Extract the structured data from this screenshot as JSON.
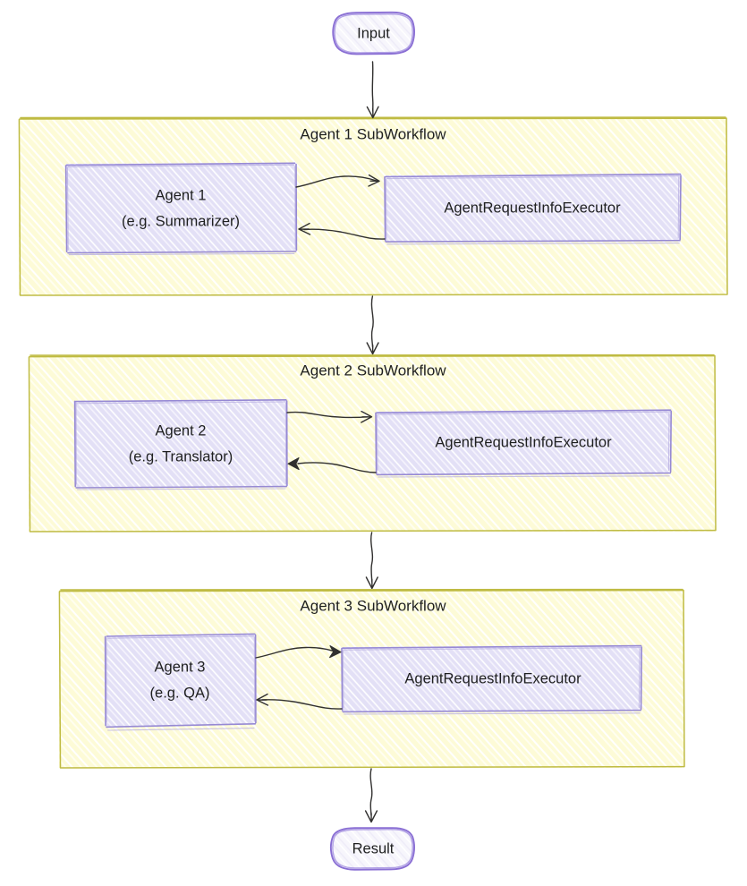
{
  "diagram": {
    "type": "flowchart",
    "direction": "top-to-bottom",
    "style": "hand-drawn-sketch",
    "terminals": {
      "start": {
        "label": "Input",
        "shape": "stadium"
      },
      "end": {
        "label": "Result",
        "shape": "stadium"
      }
    },
    "subgraphs": [
      {
        "id": "agent1-subworkflow",
        "title": "Agent 1 SubWorkflow",
        "nodes": [
          {
            "id": "agent-1",
            "label_line1": "Agent 1",
            "label_line2": "(e.g. Summarizer)"
          },
          {
            "id": "agent-1-executor",
            "label_line1": "AgentRequestInfoExecutor",
            "label_line2": ""
          }
        ]
      },
      {
        "id": "agent2-subworkflow",
        "title": "Agent 2 SubWorkflow",
        "nodes": [
          {
            "id": "agent-2",
            "label_line1": "Agent 2",
            "label_line2": "(e.g. Translator)"
          },
          {
            "id": "agent-2-executor",
            "label_line1": "AgentRequestInfoExecutor",
            "label_line2": ""
          }
        ]
      },
      {
        "id": "agent3-subworkflow",
        "title": "Agent 3 SubWorkflow",
        "nodes": [
          {
            "id": "agent-3",
            "label_line1": "Agent 3",
            "label_line2": "(e.g. QA)"
          },
          {
            "id": "agent-3-executor",
            "label_line1": "AgentRequestInfoExecutor",
            "label_line2": ""
          }
        ]
      }
    ],
    "edges": [
      {
        "from": "start",
        "to": "agent1-subworkflow",
        "label": ""
      },
      {
        "from": "agent-1",
        "to": "agent-1-executor",
        "label": ""
      },
      {
        "from": "agent-1-executor",
        "to": "agent-1",
        "label": ""
      },
      {
        "from": "agent1-subworkflow",
        "to": "agent2-subworkflow",
        "label": ""
      },
      {
        "from": "agent-2",
        "to": "agent-2-executor",
        "label": ""
      },
      {
        "from": "agent-2-executor",
        "to": "agent-2",
        "label": ""
      },
      {
        "from": "agent2-subworkflow",
        "to": "agent3-subworkflow",
        "label": ""
      },
      {
        "from": "agent-3",
        "to": "agent-3-executor",
        "label": ""
      },
      {
        "from": "agent-3-executor",
        "to": "agent-3",
        "label": ""
      },
      {
        "from": "agent3-subworkflow",
        "to": "end",
        "label": ""
      }
    ],
    "colors": {
      "canvas_background": "#ffffff",
      "node_fill": "#e6e4f7",
      "node_hatch": "#ffffff",
      "node_stroke": "#9689d4",
      "subgraph_fill": "#fdfbd7",
      "subgraph_hatch": "#ffffff",
      "subgraph_stroke": "#bfbb43",
      "terminal_fill": "#f4f3fb",
      "terminal_stroke": "#8a6fd4",
      "edge_stroke": "#31302f",
      "text_color": "#1f2020"
    }
  }
}
